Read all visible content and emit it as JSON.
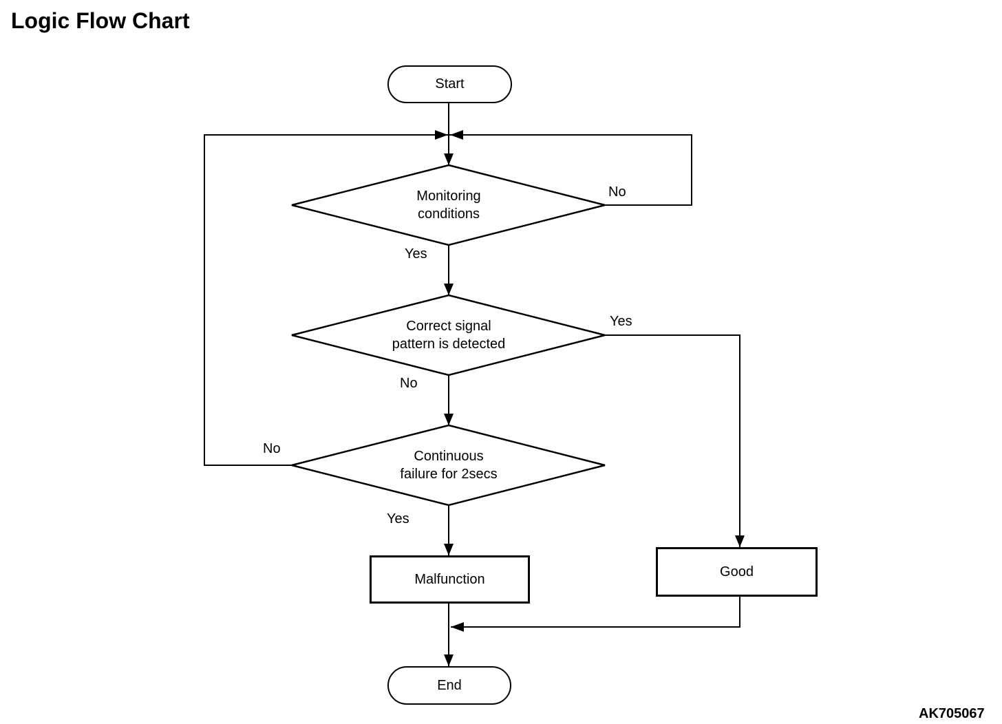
{
  "page": {
    "title": "Logic Flow Chart",
    "figure_code": "AK705067"
  },
  "flowchart": {
    "nodes": {
      "start": {
        "label": "Start",
        "type": "terminator"
      },
      "monitoring": {
        "label": "Monitoring\nconditions",
        "type": "decision"
      },
      "signal": {
        "label": "Correct signal\npattern is detected",
        "type": "decision"
      },
      "failure": {
        "label": "Continuous\nfailure for 2secs",
        "type": "decision"
      },
      "malfunction": {
        "label": "Malfunction",
        "type": "process"
      },
      "good": {
        "label": "Good",
        "type": "process"
      },
      "end": {
        "label": "End",
        "type": "terminator"
      }
    },
    "edge_labels": {
      "monitoring_no": "No",
      "monitoring_yes": "Yes",
      "signal_yes": "Yes",
      "signal_no": "No",
      "failure_no": "No",
      "failure_yes": "Yes"
    },
    "edges": [
      {
        "from": "Start",
        "to": "Monitoring conditions",
        "label": ""
      },
      {
        "from": "Monitoring conditions",
        "to": "entry junction (loop back right)",
        "label": "No"
      },
      {
        "from": "Monitoring conditions",
        "to": "Correct signal pattern is detected",
        "label": "Yes"
      },
      {
        "from": "Correct signal pattern is detected",
        "to": "Good",
        "label": "Yes"
      },
      {
        "from": "Correct signal pattern is detected",
        "to": "Continuous failure for 2secs",
        "label": "No"
      },
      {
        "from": "Continuous failure for 2secs",
        "to": "entry junction (loop back left)",
        "label": "No"
      },
      {
        "from": "Continuous failure for 2secs",
        "to": "Malfunction",
        "label": "Yes"
      },
      {
        "from": "Malfunction",
        "to": "End",
        "label": ""
      },
      {
        "from": "Good",
        "to": "End",
        "label": ""
      }
    ],
    "colors": {
      "line": "#000000",
      "background": "#ffffff"
    }
  }
}
